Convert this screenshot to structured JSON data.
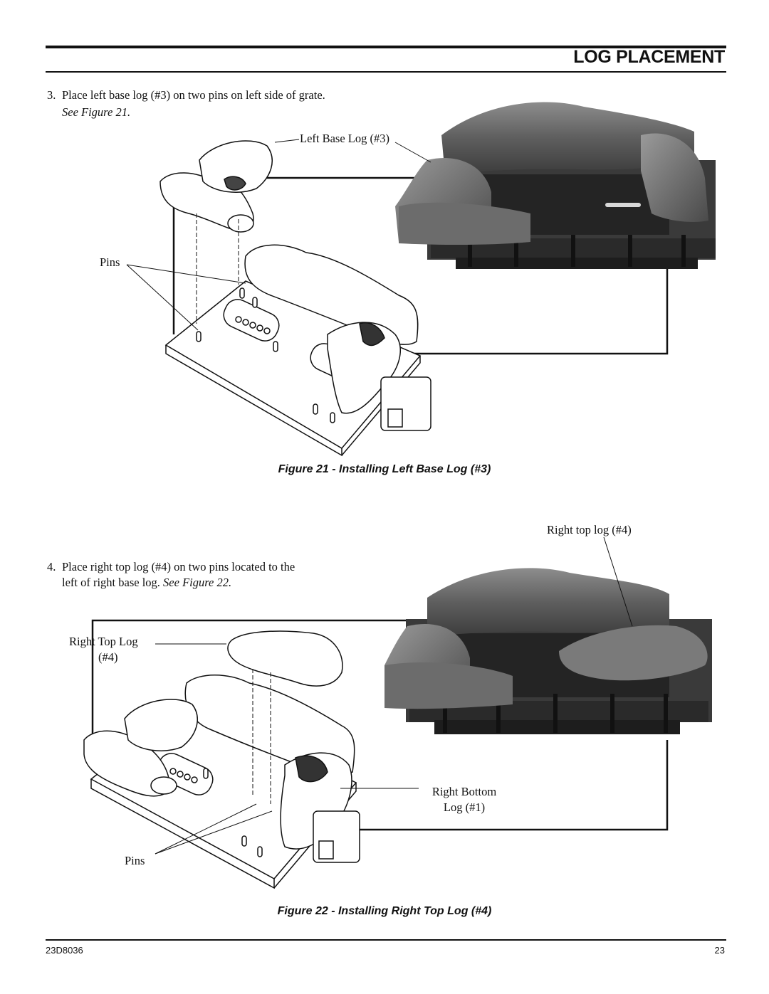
{
  "header": {
    "title": "LOG PLACEMENT"
  },
  "step3": {
    "number": "3.",
    "text": "Place left base log (#3) on two pins on left side of grate.",
    "see": "See Figure 21."
  },
  "figure21": {
    "callout_log": "Left Base Log (#3)",
    "callout_pins": "Pins",
    "caption": "Figure 21 - Installing Left Base Log (#3)"
  },
  "step4": {
    "number": "4.",
    "line1": "Place right top log (#4) on two pins located to the",
    "line2": "left of right base log.",
    "see": "See Figure 22."
  },
  "figure22": {
    "callout_right_top_photo": "Right top log (#4)",
    "callout_right_top_log_line1": "Right Top Log",
    "callout_right_top_log_line2": "(#4)",
    "callout_right_bottom_line1": "Right Bottom",
    "callout_right_bottom_line2": "Log (#1)",
    "callout_pins": "Pins",
    "caption": "Figure 22 - Installing Right Top Log (#4)"
  },
  "footer": {
    "doc_number": "23D8036",
    "page_number": "23"
  }
}
